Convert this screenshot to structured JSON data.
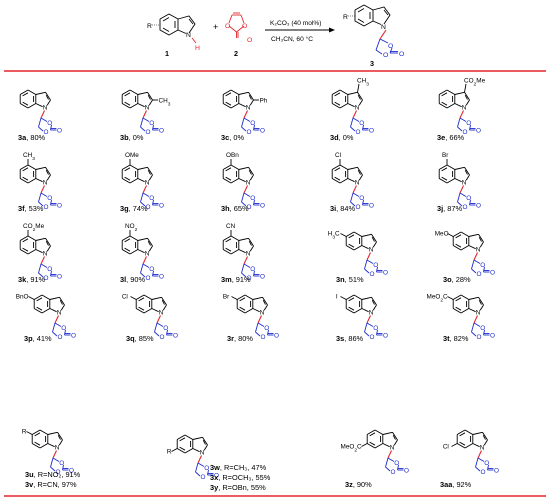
{
  "scheme": {
    "reactant_indole": {
      "substituent_label": "R",
      "nh_n": "N",
      "nh_h": "H",
      "number": "1"
    },
    "plus": "+",
    "reactant_carbonate": {
      "ring_o1": "O",
      "ring_o2": "O",
      "carbonyl_o": "O",
      "number": "2"
    },
    "conditions": {
      "reagent": "K₂CO₃ (40 mol%)",
      "solvent_temp": "CH₃CN, 60 °C"
    },
    "product": {
      "substituent_label": "R",
      "n": "N",
      "ring_o1": "O",
      "ring_o2": "O",
      "carbonyl_o": "O",
      "number": "3"
    }
  },
  "colors": {
    "rule": "#e3262b",
    "bond_new": "#e3262b",
    "ring_blue": "#1d2bcc",
    "nh_red": "#e3262b",
    "black": "#000000"
  },
  "compounds": [
    {
      "id": "3a",
      "yield": "80%",
      "sub_text": "",
      "sub_pos": "none"
    },
    {
      "id": "3b",
      "yield": "0%",
      "sub_text": "CH3",
      "sub_pos": "C2"
    },
    {
      "id": "3c",
      "yield": "0%",
      "sub_text": "Ph",
      "sub_pos": "C2"
    },
    {
      "id": "3d",
      "yield": "0%",
      "sub_text": "CH3",
      "sub_pos": "C3"
    },
    {
      "id": "3e",
      "yield": "66%",
      "sub_text": "CO2Me",
      "sub_pos": "C3"
    },
    {
      "id": "3f",
      "yield": "53%",
      "sub_text": "CH3",
      "sub_pos": "C4"
    },
    {
      "id": "3g",
      "yield": "74%",
      "sub_text": "OMe",
      "sub_pos": "C4"
    },
    {
      "id": "3h",
      "yield": "65%",
      "sub_text": "OBn",
      "sub_pos": "C4"
    },
    {
      "id": "3i",
      "yield": "84%",
      "sub_text": "Cl",
      "sub_pos": "C4"
    },
    {
      "id": "3j",
      "yield": "87%",
      "sub_text": "Br",
      "sub_pos": "C4"
    },
    {
      "id": "3k",
      "yield": "91%",
      "sub_text": "CO2Me",
      "sub_pos": "C4"
    },
    {
      "id": "3l",
      "yield": "90%",
      "sub_text": "NO2",
      "sub_pos": "C4"
    },
    {
      "id": "3m",
      "yield": "91%",
      "sub_text": "CN",
      "sub_pos": "C4"
    },
    {
      "id": "3n",
      "yield": "51%",
      "sub_text": "H3C",
      "sub_pos": "C5"
    },
    {
      "id": "3o",
      "yield": "28%",
      "sub_text": "MeO",
      "sub_pos": "C5"
    },
    {
      "id": "3p",
      "yield": "41%",
      "sub_text": "BnO",
      "sub_pos": "C5"
    },
    {
      "id": "3q",
      "yield": "85%",
      "sub_text": "Cl",
      "sub_pos": "C5"
    },
    {
      "id": "3r",
      "yield": "80%",
      "sub_text": "Br",
      "sub_pos": "C5"
    },
    {
      "id": "3s",
      "yield": "86%",
      "sub_text": "I",
      "sub_pos": "C5"
    },
    {
      "id": "3t",
      "yield": "82%",
      "sub_text": "MeO2C",
      "sub_pos": "C5"
    },
    {
      "id": "3uv",
      "sub_text": "R",
      "sub_pos": "C5",
      "lines": [
        {
          "id": "3u",
          "text": ", R=NO₂, 91%"
        },
        {
          "id": "3v",
          "text": ", R=CN, 97%"
        }
      ]
    },
    {
      "id": "3wxy",
      "sub_text": "R",
      "sub_pos": "C6",
      "lines": [
        {
          "id": "3w",
          "text": ", R=CH₃, 47%"
        },
        {
          "id": "3x",
          "text": ", R=OCH₃, 55%"
        },
        {
          "id": "3y",
          "text": ", R=OBn, 55%"
        }
      ]
    },
    {
      "id": "3z",
      "yield": "90%",
      "sub_text": "MeO2C",
      "sub_pos": "C6"
    },
    {
      "id": "3aa",
      "yield": "92%",
      "sub_text": "Cl",
      "sub_pos": "C6"
    }
  ],
  "atom_labels": {
    "n": "N",
    "o": "O"
  }
}
